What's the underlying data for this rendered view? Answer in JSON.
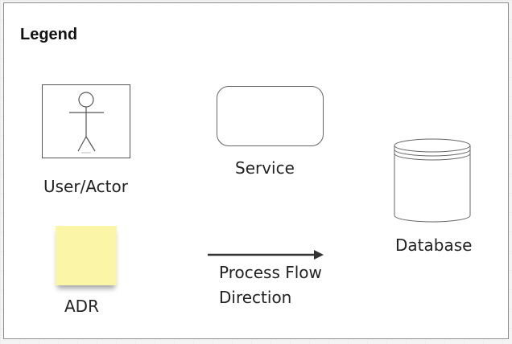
{
  "legend": {
    "title": "Legend",
    "items": {
      "actor": {
        "label": "User/Actor",
        "icon": "stick-figure-icon"
      },
      "service": {
        "label": "Service",
        "icon": "rounded-rectangle"
      },
      "database": {
        "label": "Database",
        "icon": "cylinder-icon"
      },
      "adr": {
        "label": "ADR",
        "icon": "sticky-note",
        "color": "#fbf5a8"
      },
      "flow": {
        "label_line1": "Process Flow",
        "label_line2": "Direction",
        "icon": "arrow-right-icon"
      }
    }
  },
  "colors": {
    "frame_border": "#8e8e8e",
    "shape_stroke": "#555555",
    "sticky_note": "#fbf5a8",
    "arrow": "#333333"
  }
}
